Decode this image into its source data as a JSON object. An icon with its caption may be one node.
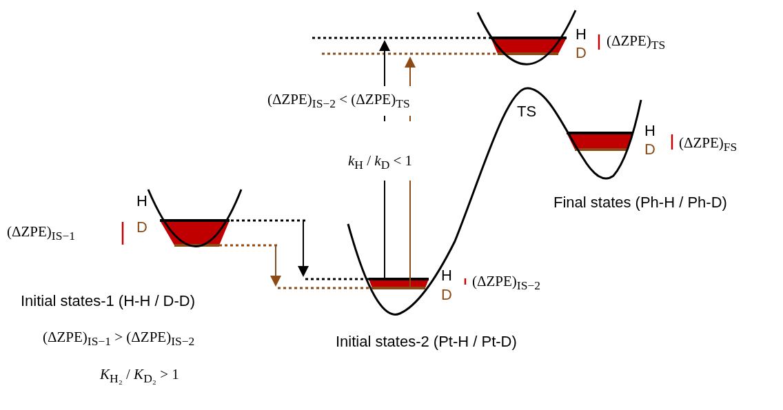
{
  "diagram": {
    "labels": [
      "H",
      "D",
      "(ΔZPE)$_{TS}$",
      "(ΔZPE)$_{IS−2}$ < (ΔZPE)$_{TS}$",
      "TS",
      "*k*$_{H}$ / *k*$_{D}$ < 1",
      "H",
      "D",
      "(ΔZPE)$_{FS}$",
      "Final states (Ph-H / Ph-D)",
      "(ΔZPE)$_{IS−1}$",
      "H",
      "D",
      "H",
      "D",
      "(ΔZPE)$_{IS−2}$",
      "Initial states-1 (H-H / D-D)",
      "Initial states-2 (Pt-H / Pt-D)",
      "(ΔZPE)$_{IS−1}$ > (ΔZPE)$_{IS−2}$",
      "*K*$_{H₂}$ / *K*$_{D₂}$ > 1"
    ]
  }
}
